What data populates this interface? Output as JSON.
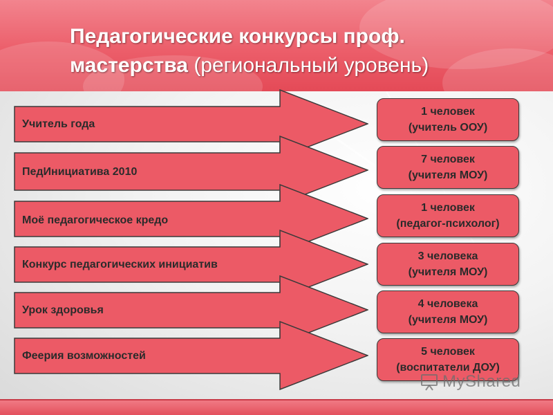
{
  "title": {
    "line1": "Педагогические конкурсы проф.",
    "line2_bold": "мастерства",
    "line2_rest": " (региональный уровень)"
  },
  "competitions": [
    {
      "name": "Учитель года",
      "result_line1": "1 человек",
      "result_line2": "(учитель ООУ)"
    },
    {
      "name": "ПедИнициатива 2010",
      "result_line1": "7 человек",
      "result_line2": "(учителя МОУ)"
    },
    {
      "name": "Моё педагогическое кредо",
      "result_line1": "1 человек",
      "result_line2": "(педагог-психолог)"
    },
    {
      "name": "Конкурс педагогических инициатив",
      "result_line1": "3 человека",
      "result_line2": "(учителя МОУ)"
    },
    {
      "name": "Урок здоровья",
      "result_line1": "4 человека",
      "result_line2": "(учителя МОУ)"
    },
    {
      "name": "Феерия возможностей",
      "result_line1": "5 человек",
      "result_line2": "(воспитатели ДОУ)"
    }
  ],
  "watermark": "MyShared",
  "colors": {
    "arrow_fill": "#ec5a66",
    "box_fill": "#ec5a66",
    "header": "#ec5e6a"
  }
}
